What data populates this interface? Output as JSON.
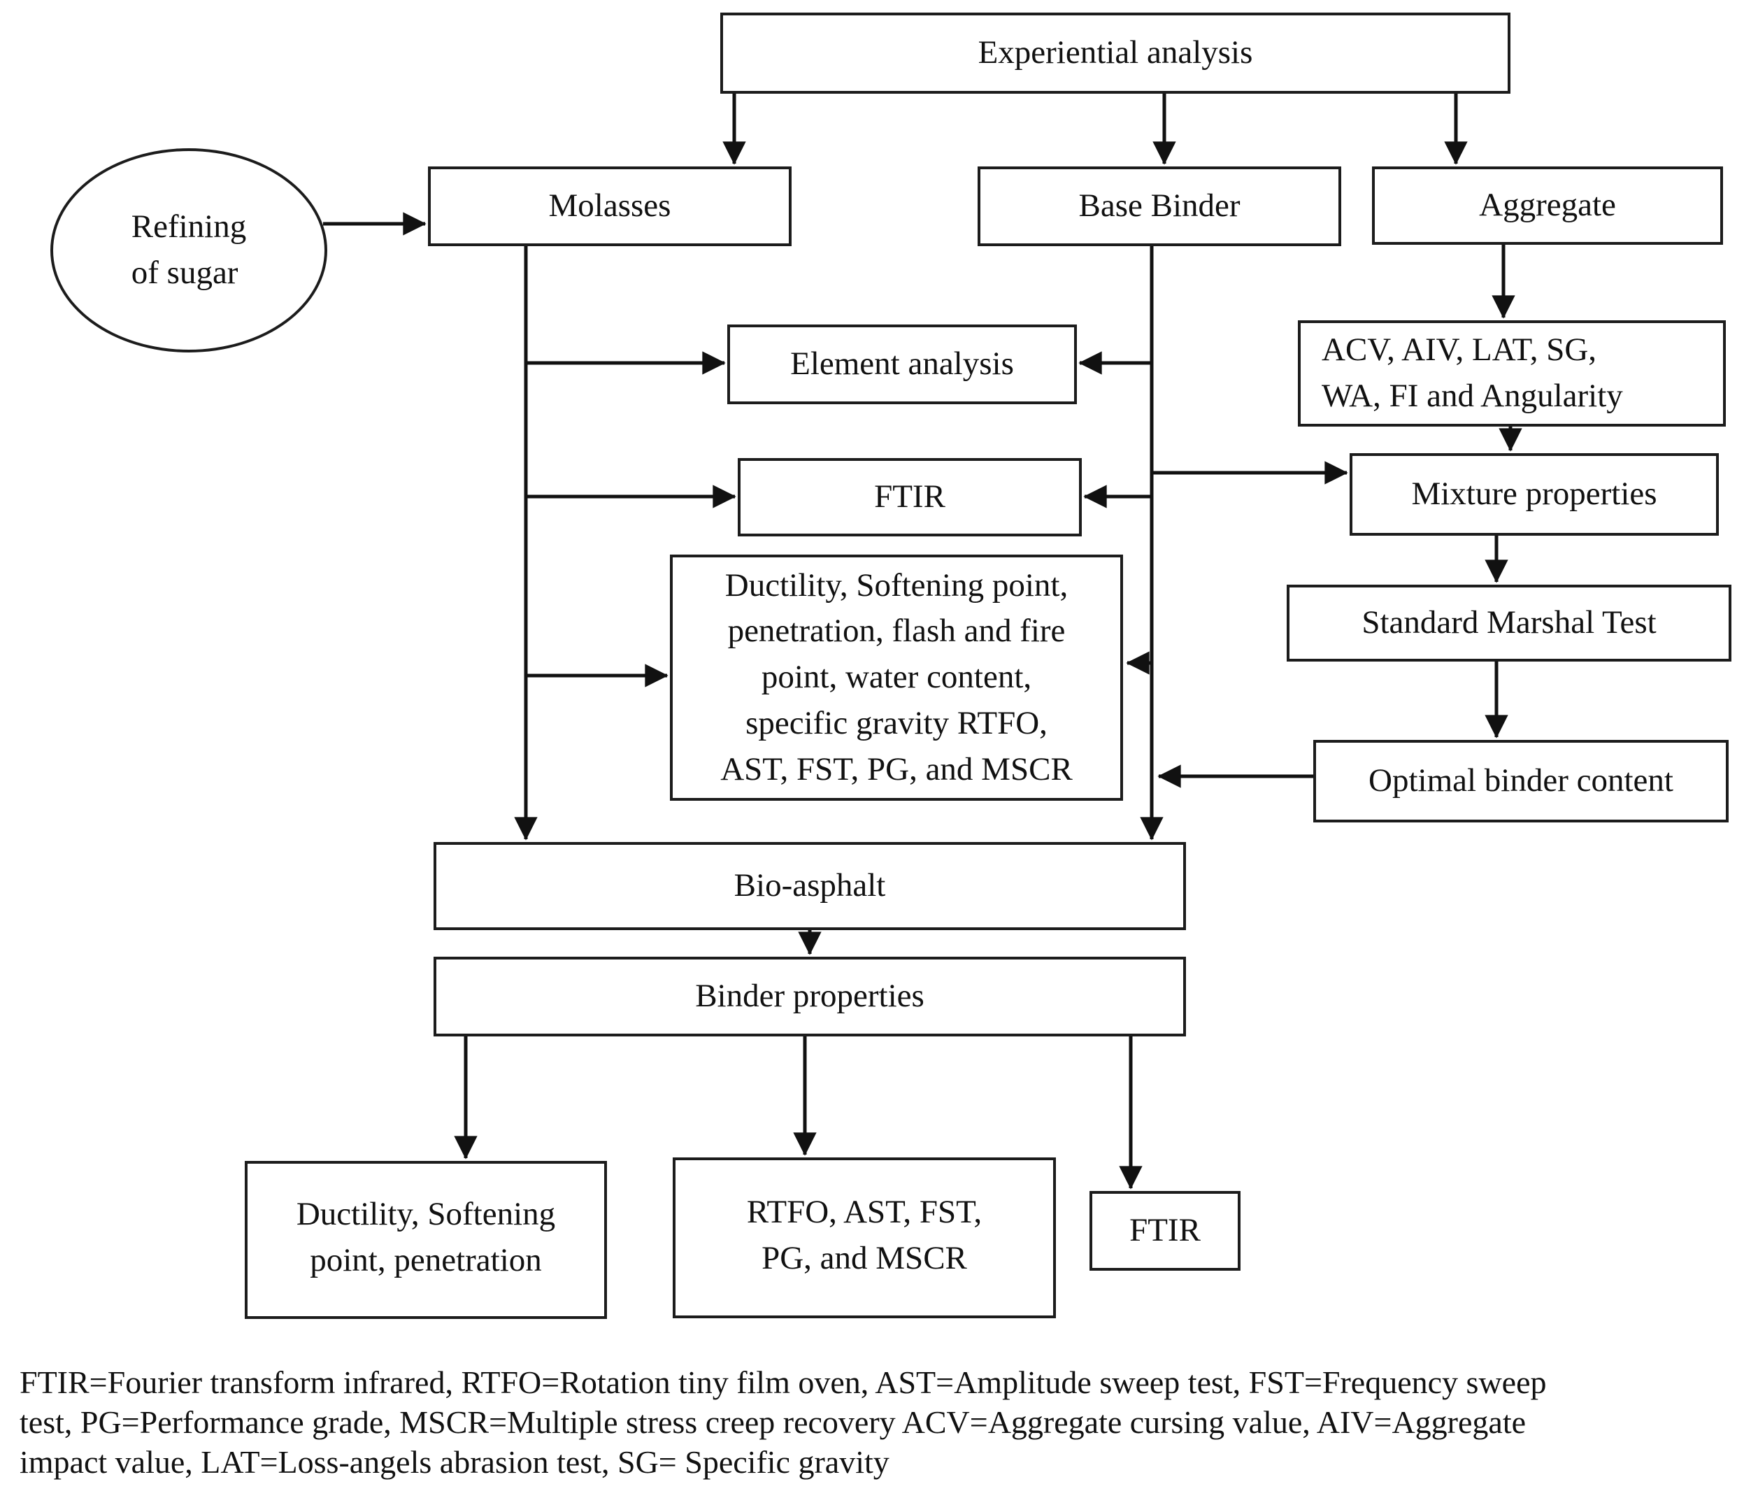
{
  "diagram": {
    "type": "flowchart",
    "nodes": {
      "experiential": "Experiential analysis",
      "refining": "Refining\nof sugar",
      "molasses": "Molasses",
      "base_binder": "Base Binder",
      "aggregate": "Aggregate",
      "element": "Element analysis",
      "acv": "ACV, AIV, LAT, SG,\nWA, FI and Angularity",
      "ftir": "FTIR",
      "mixture": "Mixture properties",
      "marshal": "Standard Marshal Test",
      "binder_tests": "Ductility, Softening point,\npenetration, flash and fire\npoint, water content,\nspecific gravity RTFO,\nAST, FST, PG, and MSCR",
      "optimal": "Optimal binder content",
      "bio_asphalt": "Bio-asphalt",
      "binder_properties": "Binder properties",
      "ductility_tests": "Ductility, Softening\npoint, penetration",
      "rtfo_tests": "RTFO, AST, FST,\nPG, and MSCR",
      "ftir_bottom": "FTIR"
    },
    "edges": [
      {
        "from": "experiential-analysis",
        "to": "molasses"
      },
      {
        "from": "experiential-analysis",
        "to": "base-binder"
      },
      {
        "from": "experiential-analysis",
        "to": "aggregate"
      },
      {
        "from": "refining-of-sugar",
        "to": "molasses"
      },
      {
        "from": "molasses",
        "to": "element-analysis"
      },
      {
        "from": "molasses",
        "to": "ftir"
      },
      {
        "from": "molasses",
        "to": "binder-tests"
      },
      {
        "from": "molasses",
        "to": "bio-asphalt"
      },
      {
        "from": "base-binder",
        "to": "element-analysis"
      },
      {
        "from": "base-binder",
        "to": "ftir"
      },
      {
        "from": "base-binder",
        "to": "mixture-properties"
      },
      {
        "from": "base-binder",
        "to": "binder-tests"
      },
      {
        "from": "base-binder",
        "to": "bio-asphalt"
      },
      {
        "from": "aggregate",
        "to": "aggregate-tests"
      },
      {
        "from": "aggregate-tests",
        "to": "mixture-properties"
      },
      {
        "from": "mixture-properties",
        "to": "standard-marshal-test"
      },
      {
        "from": "standard-marshal-test",
        "to": "optimal-binder-content"
      },
      {
        "from": "optimal-binder-content",
        "to": "bio-asphalt"
      },
      {
        "from": "bio-asphalt",
        "to": "binder-properties"
      },
      {
        "from": "binder-properties",
        "to": "ductility-softening-penetration"
      },
      {
        "from": "binder-properties",
        "to": "rtfo-ast-fst-pg-mscr"
      },
      {
        "from": "binder-properties",
        "to": "ftir-binder"
      }
    ],
    "colors": {
      "background": "#ffffff",
      "line": "#111111",
      "border": "#1c1c1c",
      "text": "#111111"
    }
  },
  "footer": {
    "caption": "FTIR=Fourier transform infrared, RTFO=Rotation tiny film oven, AST=Amplitude sweep test, FST=Frequency sweep\ntest, PG=Performance grade, MSCR=Multiple stress creep recovery ACV=Aggregate cursing value, AIV=Aggregate\nimpact value, LAT=Loss-angels abrasion test, SG= Specific gravity"
  }
}
